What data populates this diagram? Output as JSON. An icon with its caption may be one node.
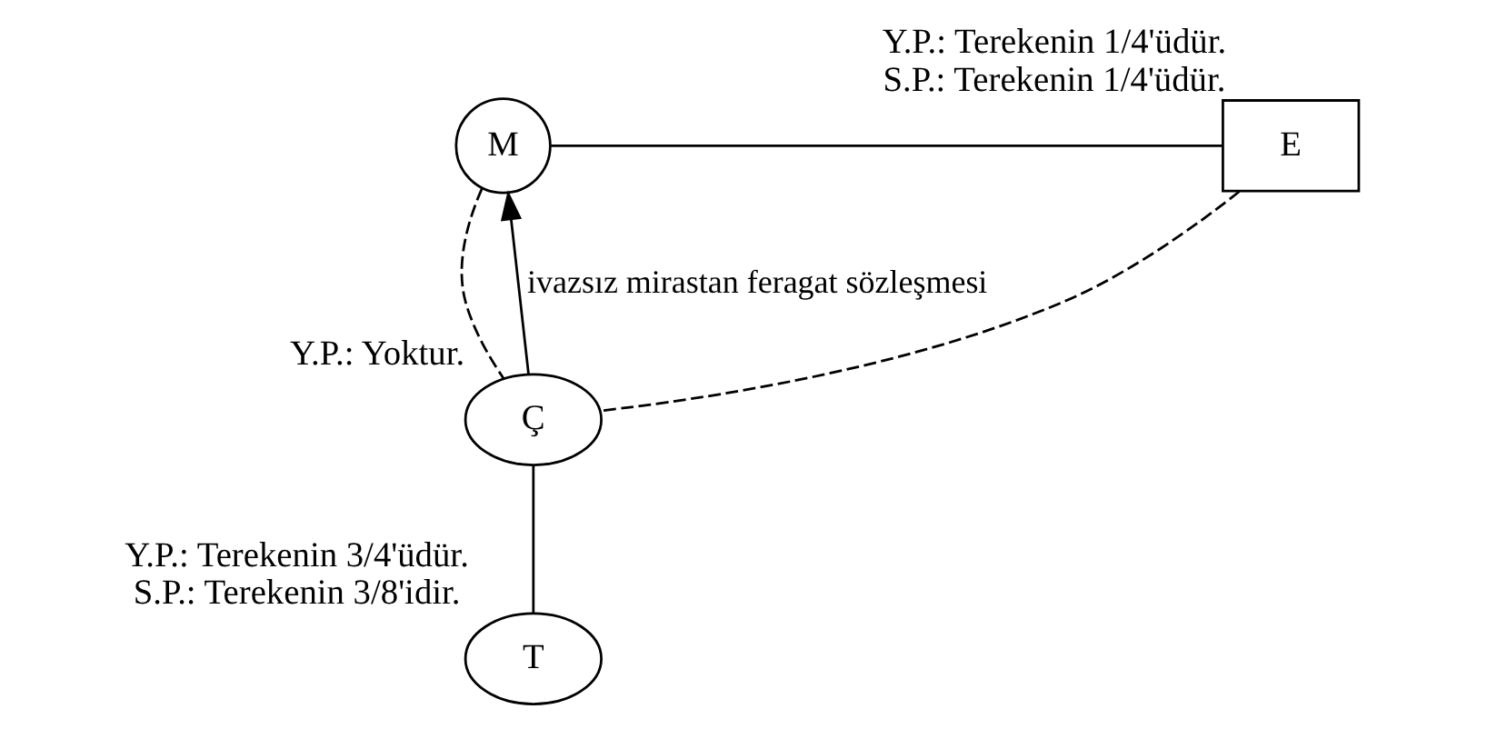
{
  "diagram": {
    "nodes": [
      {
        "text": [
          "M"
        ]
      },
      {
        "text": [
          "E"
        ],
        "beside": [
          "Y.P.: Terekenin 1/4'üdür.",
          "S.P.: Terekenin 1/4'üdür."
        ]
      },
      {
        "text": [
          "Ç"
        ],
        "beside": [
          "Y.P.: Yoktur."
        ]
      },
      {
        "text": [
          "T"
        ],
        "beside": [
          "Y.P.: Terekenin 3/4'üdür.",
          "S.P.: Terekenin 3/8'idir."
        ]
      }
    ],
    "edges": [
      {
        "from": 0,
        "to": 1,
        "arrow": "none"
      },
      {
        "from": 0,
        "to": 2,
        "arrow": "none",
        "style": "dashed"
      },
      {
        "from": 1,
        "to": 2,
        "arrow": "none",
        "style": "dashed"
      },
      {
        "from": 2,
        "to": 3,
        "arrow": "none"
      },
      {
        "from": 2,
        "to": 0,
        "arrow": "to",
        "label": "ivazsız mirastan feragat sözleşmesi"
      }
    ]
  }
}
